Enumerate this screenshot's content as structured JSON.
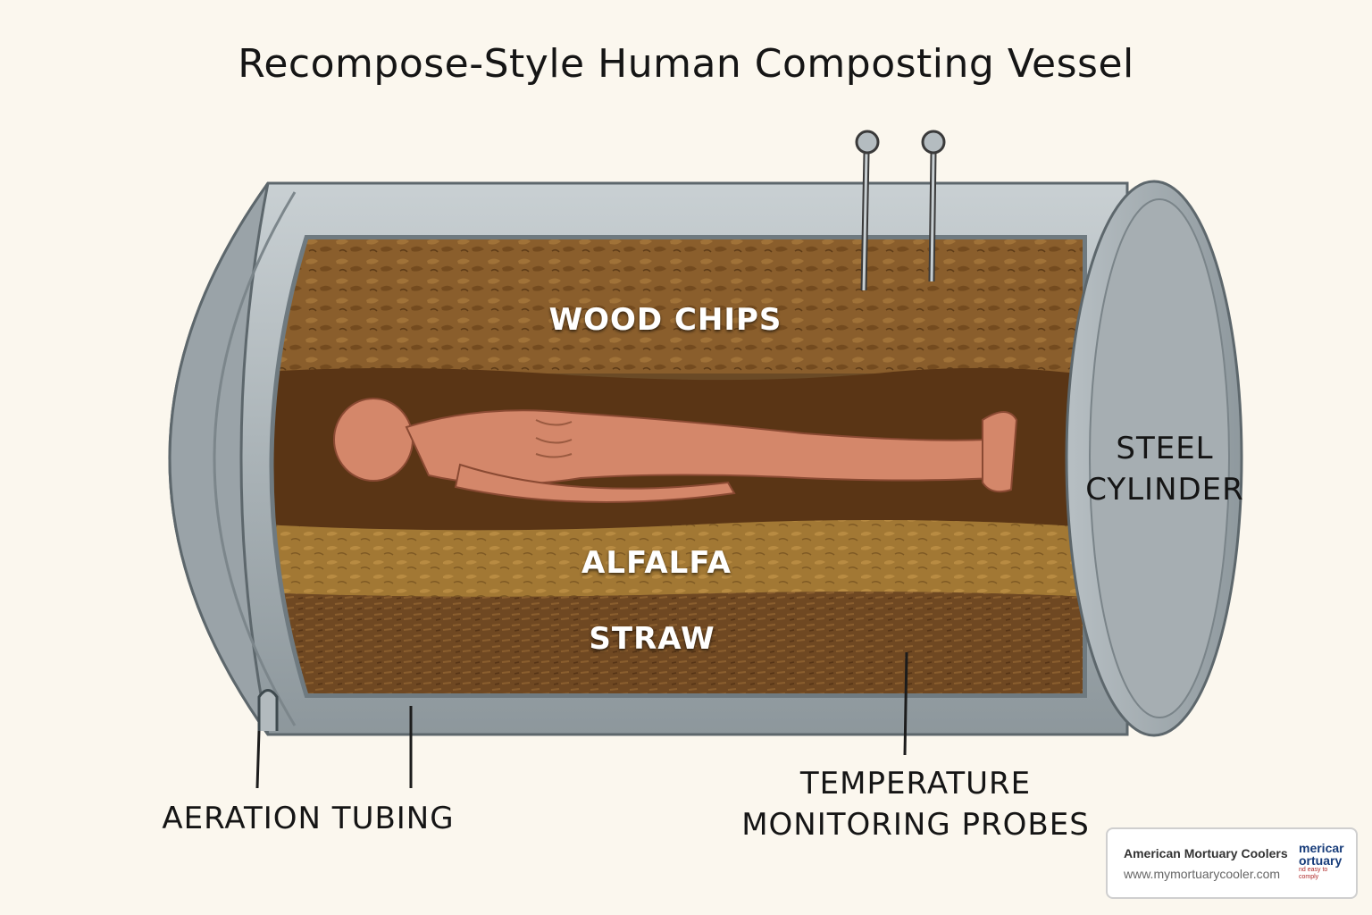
{
  "title": "Recompose-Style Human Composting Vessel",
  "labels": {
    "wood_chips": "WOOD CHIPS",
    "alfalfa": "ALFALFA",
    "straw": "STRAW",
    "steel_cylinder_1": "STEEL",
    "steel_cylinder_2": "CYLINDER",
    "aeration_tubing": "AERATION TUBING",
    "temperature_1": "TEMPERATURE",
    "temperature_2": "MONITORING PROBES"
  },
  "badge": {
    "name": "American Mortuary Coolers",
    "url": "www.mymortuarycooler.com",
    "logo_line1": "mericar",
    "logo_line2": "ortuary",
    "logo_line3": "nd easy to comply"
  },
  "colors": {
    "background": "#fbf7ee",
    "steel": "#a9b3b8",
    "wood_chips": "#8a5e2c",
    "dark_soil": "#5a3515",
    "alfalfa": "#a47a34",
    "straw": "#6b4520",
    "body": "#d4876a"
  }
}
